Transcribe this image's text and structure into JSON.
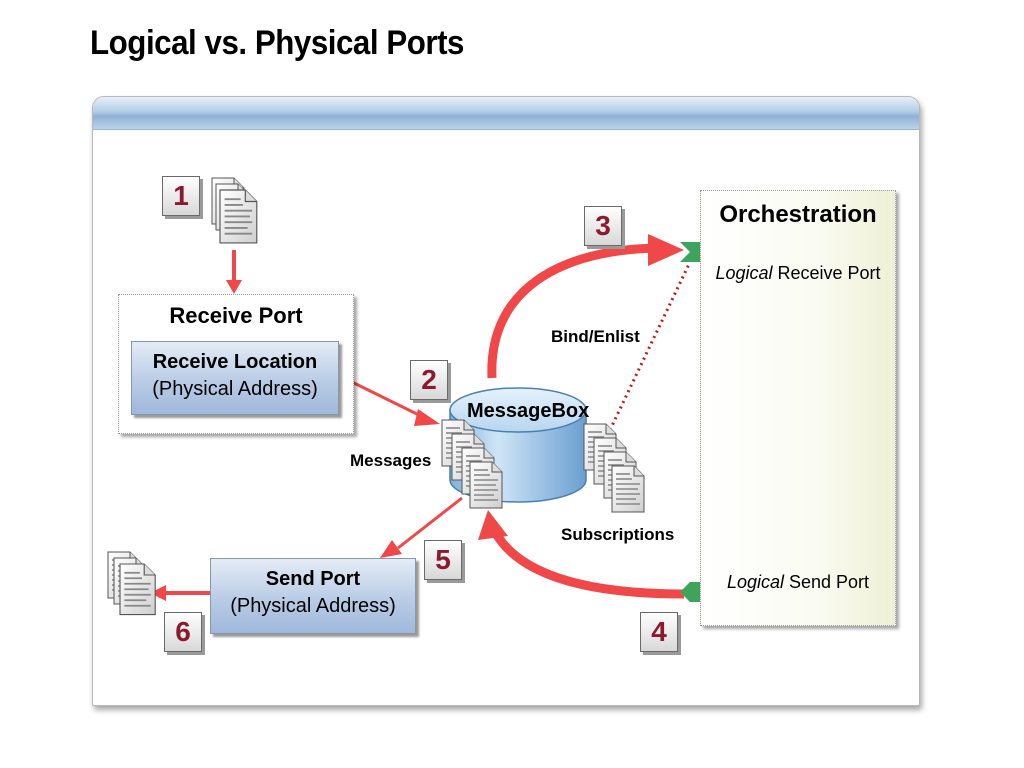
{
  "title": "Logical vs. Physical Ports",
  "steps": [
    "1",
    "2",
    "3",
    "4",
    "5",
    "6"
  ],
  "receive_port": {
    "title": "Receive Port",
    "location_title": "Receive Location",
    "location_sub": "(Physical Address)"
  },
  "send_port": {
    "title": "Send Port",
    "sub": "(Physical Address)"
  },
  "messagebox": "MessageBox",
  "labels": {
    "messages": "Messages",
    "subscriptions": "Subscriptions",
    "bind": "Bind/Enlist"
  },
  "orchestration": {
    "title": "Orchestration",
    "receive_italic": "Logical",
    "receive_rest": " Receive Port",
    "send_italic": "Logical",
    "send_rest": " Send Port"
  },
  "colors": {
    "arrow": "#f04848",
    "port_connector": "#3da35d",
    "step_number": "#8b1a2e",
    "bind_line": "#c01818"
  },
  "icons": [
    "document-icon",
    "database-icon",
    "flowchart-icon",
    "port-connector-icon"
  ]
}
